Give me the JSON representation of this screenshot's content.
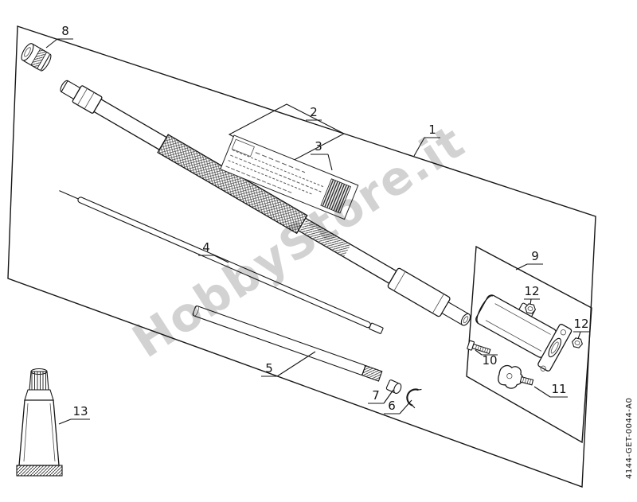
{
  "diagram": {
    "watermark": "HobbyStore.it",
    "doc_number": "4144-GET-0044-A0",
    "callouts": [
      {
        "id": "c1",
        "label": "1"
      },
      {
        "id": "c2",
        "label": "2"
      },
      {
        "id": "c3",
        "label": "3"
      },
      {
        "id": "c4",
        "label": "4"
      },
      {
        "id": "c5",
        "label": "5"
      },
      {
        "id": "c6",
        "label": "6"
      },
      {
        "id": "c7",
        "label": "7"
      },
      {
        "id": "c8",
        "label": "8"
      },
      {
        "id": "c9",
        "label": "9"
      },
      {
        "id": "c10",
        "label": "10"
      },
      {
        "id": "c11",
        "label": "11"
      },
      {
        "id": "c12a",
        "label": "12"
      },
      {
        "id": "c12b",
        "label": "12"
      },
      {
        "id": "c13",
        "label": "13"
      }
    ],
    "colors": {
      "line": "#161616",
      "watermark": "#a6a6a6",
      "background": "#ffffff"
    }
  }
}
